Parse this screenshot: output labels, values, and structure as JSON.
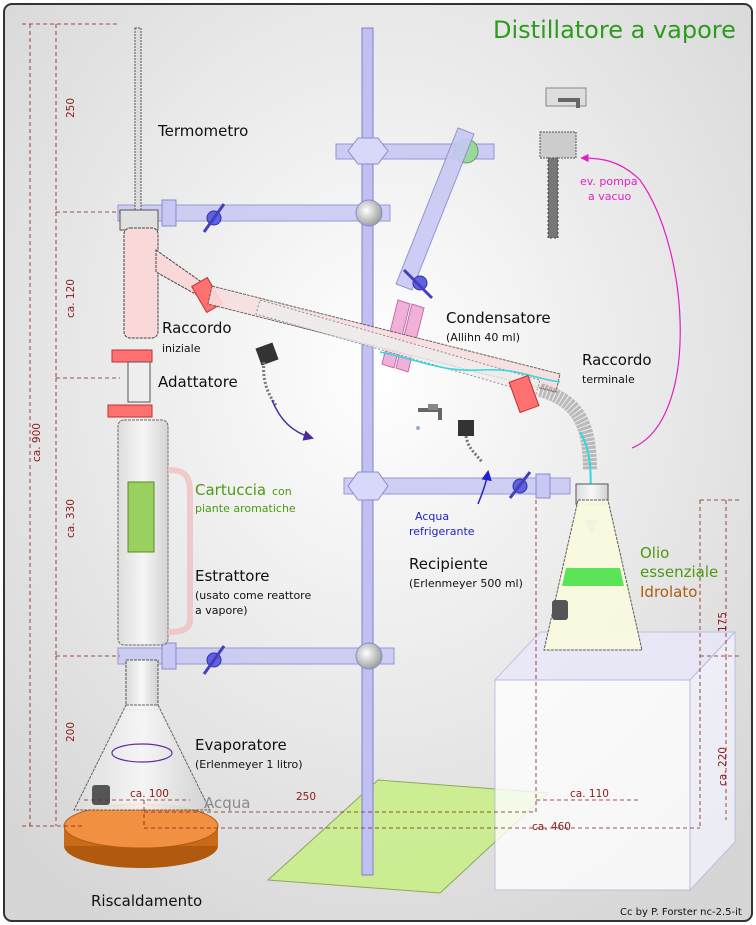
{
  "title": "Distillatore a vapore",
  "credit": "Cc by P. Forster nc-2.5-it",
  "labels": {
    "termometro": "Termometro",
    "raccordo_iniziale_1": "Raccordo",
    "raccordo_iniziale_2": "iniziale",
    "adattatore": "Adattatore",
    "cartuccia_1": "Cartuccia",
    "cartuccia_2": "con",
    "cartuccia_3": "piante aromatiche",
    "estrattore": "Estrattore",
    "estrattore_note_1": "(usato come reattore",
    "estrattore_note_2": "a vapore)",
    "evaporatore": "Evaporatore",
    "evaporatore_note": "(Erlenmeyer 1 litro)",
    "acqua": "Acqua",
    "riscaldamento": "Riscaldamento",
    "condensatore": "Condensatore",
    "condensatore_note": "(Allihn 40 ml)",
    "raccordo_terminale_1": "Raccordo",
    "raccordo_terminale_2": "terminale",
    "pompa_1": "ev. pompa",
    "pompa_2": "a vacuo",
    "acqua_refrigerante_1": "Acqua",
    "acqua_refrigerante_2": "refrigerante",
    "recipiente": "Recipiente",
    "recipiente_note": "(Erlenmeyer 500 ml)",
    "olio_1": "Olio",
    "olio_2": "essenziale",
    "idrolato": "Idrolato"
  },
  "dimensions": {
    "total_height": "ca. 900",
    "thermometer": "250",
    "upper": "ca. 120",
    "extractor": "ca. 330",
    "evaporator": "200",
    "base_width": "ca. 100",
    "span_250": "250",
    "receiver_width": "ca. 110",
    "total_width": "ca. 460",
    "receiver_height": "175",
    "box_height": "ca. 220"
  },
  "colors": {
    "title": "#2e9a1e",
    "stand": "#b8b8f0",
    "clamp_ring": "#ff7070",
    "dimension": "#8a1a1a",
    "oil": "#40e040",
    "heater": "#e07a20",
    "base_plate": "#c8f080"
  }
}
